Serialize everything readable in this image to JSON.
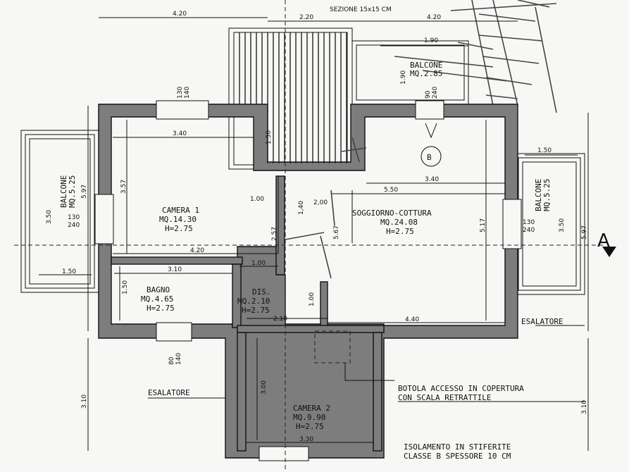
{
  "header": {
    "section_note": "SEZIONE 15x15 CM",
    "cut_label": "A",
    "marker_label": "B"
  },
  "rooms": {
    "camera1": {
      "name": "CAMERA 1",
      "area": "MQ.14.30",
      "height": "H=2.75"
    },
    "soggiorno": {
      "name": "SOGGIORNO-COTTURA",
      "area": "MQ.24.08",
      "height": "H=2.75"
    },
    "bagno": {
      "name": "BAGNO",
      "area": "MQ.4.65",
      "height": "H=2.75"
    },
    "dis": {
      "name": "DIS.",
      "area": "MQ.2.10",
      "height": "H=2.75"
    },
    "camera2": {
      "name": "CAMERA 2",
      "area": "MQ.9.90",
      "height": "H=2.75"
    }
  },
  "balconies": {
    "left": {
      "name": "BALCONE",
      "area": "MQ.5.25"
    },
    "right": {
      "name": "BALCONE",
      "area": "MQ.5.25"
    },
    "top": {
      "name": "BALCONE",
      "area": "MQ.2.85"
    }
  },
  "labels": {
    "esalatore_right": "ESALATORE",
    "esalatore_left": "ESALATORE",
    "botola_line1": "BOTOLA ACCESSO IN COPERTURA",
    "botola_line2": "CON SCALA RETRATTILE",
    "isolamento_line1": "ISOLAMENTO IN STIFERITE",
    "isolamento_line2": "CLASSE B SPESSORE 10 CM"
  },
  "dimensions": {
    "top_420_left": "4.20",
    "top_220": "2.20",
    "top_420_right": "4.20",
    "top_190": "1.90",
    "cam1_width": "3.40",
    "sog_width": "3.40",
    "sog_550": "5.50",
    "cam1_357": "3.57",
    "cam1_257": "2.57",
    "width_420_mid": "4.20",
    "bagno_310": "3.10",
    "dis_100": "1.00",
    "bagno_150": "1.50",
    "dis_210": "2.10",
    "sog_440": "4.40",
    "sog_517": "5.17",
    "sog_567": "5.67",
    "wall_597_left": "5.97",
    "wall_597_right": "5.97",
    "bal_left_350": "3.50",
    "bal_left_150": "1.50",
    "bal_right_350": "3.50",
    "bal_right_150": "1.50",
    "cam2_300": "3.00",
    "cam2_330": "3.30",
    "side_310_left": "3.10",
    "side_310_right": "3.10",
    "stair_150": "1.50",
    "bal_top_190": "1.90",
    "window_130_240_a": "130",
    "window_130_240_b": "240",
    "window_130_240_c": "130",
    "window_130_240_d": "240",
    "win_top_130": "130",
    "win_top_140": "140",
    "win_bot_80": "80",
    "win_bot_140": "140",
    "win_bal_90": "90",
    "win_bal_240": "240",
    "dis_100b": "1.00",
    "sketch_200": "2,00",
    "sketch_140": "1,40"
  }
}
